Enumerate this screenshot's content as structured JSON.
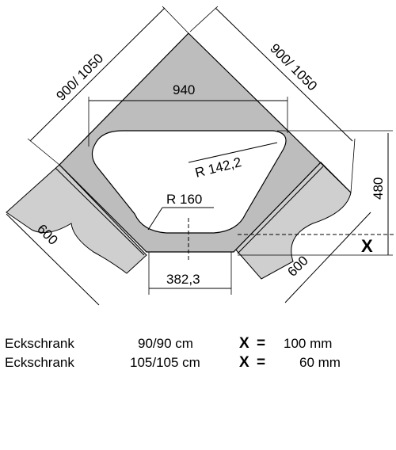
{
  "drawing": {
    "dims": {
      "top_left": "900/ 1050",
      "top_right": "900/ 1050",
      "bowl_width": "940",
      "radius_large": "R 142,2",
      "radius_small": "R 160",
      "height": "480",
      "left_depth": "600",
      "right_depth": "600",
      "drain_width": "382,3",
      "x_marker": "X"
    }
  },
  "specs": [
    {
      "label": "Eckschrank",
      "size": "90/90 cm",
      "x": "X",
      "eq": "=",
      "value": "100 mm"
    },
    {
      "label": "Eckschrank",
      "size": "105/105 cm",
      "x": "X",
      "eq": "=",
      "value": "60 mm"
    }
  ]
}
